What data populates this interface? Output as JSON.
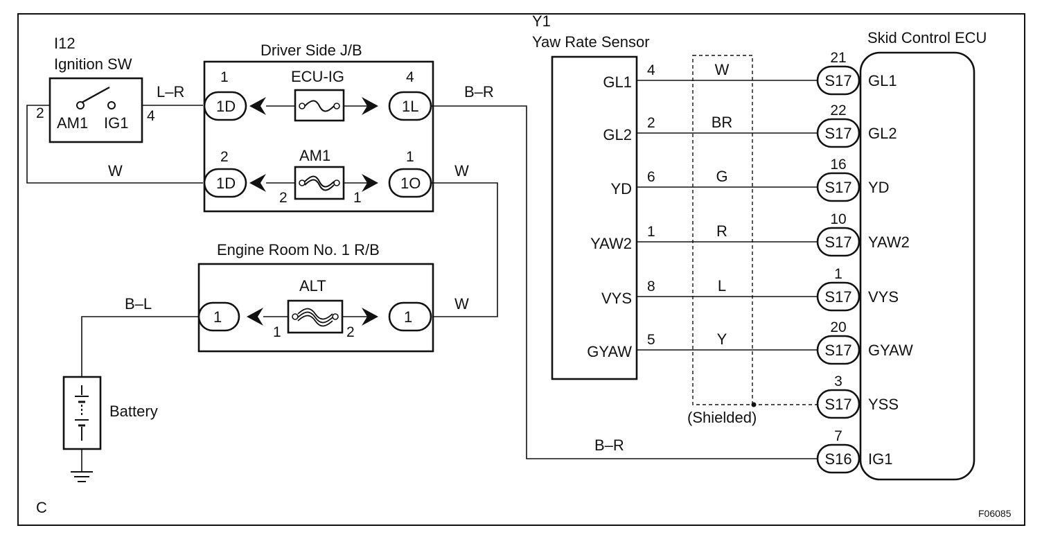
{
  "diagram_id": "C",
  "figure_code": "F06085",
  "ignition_switch": {
    "code": "I12",
    "name": "Ignition SW",
    "terminals": [
      "AM1",
      "IG1"
    ],
    "pins": [
      "2",
      "4"
    ]
  },
  "driver_jb": {
    "title": "Driver Side J/B",
    "fuses": [
      {
        "name": "ECU-IG",
        "left_connector": "1D",
        "left_pin": "1",
        "right_connector": "1L",
        "right_pin": "4"
      },
      {
        "name": "AM1",
        "left_connector": "1D",
        "left_pin": "2",
        "right_connector": "1O",
        "right_pin": "1",
        "fuse_pin_left": "2",
        "fuse_pin_right": "1"
      }
    ]
  },
  "engine_room_rb": {
    "title": "Engine Room No. 1 R/B",
    "fuse": {
      "name": "ALT",
      "left_connector": "1",
      "right_connector": "1",
      "fuse_pin_left": "1",
      "fuse_pin_right": "2"
    }
  },
  "battery": {
    "label": "Battery"
  },
  "yaw_sensor": {
    "code": "Y1",
    "name": "Yaw Rate Sensor",
    "pins": [
      {
        "label": "GL1",
        "pin": "4"
      },
      {
        "label": "GL2",
        "pin": "2"
      },
      {
        "label": "YD",
        "pin": "6"
      },
      {
        "label": "YAW2",
        "pin": "1"
      },
      {
        "label": "VYS",
        "pin": "8"
      },
      {
        "label": "GYAW",
        "pin": "5"
      }
    ]
  },
  "shield_label": "(Shielded)",
  "ecu": {
    "name": "Skid Control ECU",
    "pins": [
      {
        "label": "GL1",
        "pin": "21",
        "connector": "S17"
      },
      {
        "label": "GL2",
        "pin": "22",
        "connector": "S17"
      },
      {
        "label": "YD",
        "pin": "16",
        "connector": "S17"
      },
      {
        "label": "YAW2",
        "pin": "10",
        "connector": "S17"
      },
      {
        "label": "VYS",
        "pin": "1",
        "connector": "S17"
      },
      {
        "label": "GYAW",
        "pin": "20",
        "connector": "S17"
      },
      {
        "label": "YSS",
        "pin": "3",
        "connector": "S17"
      },
      {
        "label": "IG1",
        "pin": "7",
        "connector": "S16"
      }
    ]
  },
  "wires": {
    "ign_to_jb": "L–R",
    "am1_feed": "W",
    "jb_to_ecu": "B–R",
    "am1_to_rb": "W",
    "rb_out": "W",
    "battery_feed": "B–L",
    "ecu_ig1": "B–R",
    "sensor_colors": [
      "W",
      "BR",
      "G",
      "R",
      "L",
      "Y"
    ]
  }
}
